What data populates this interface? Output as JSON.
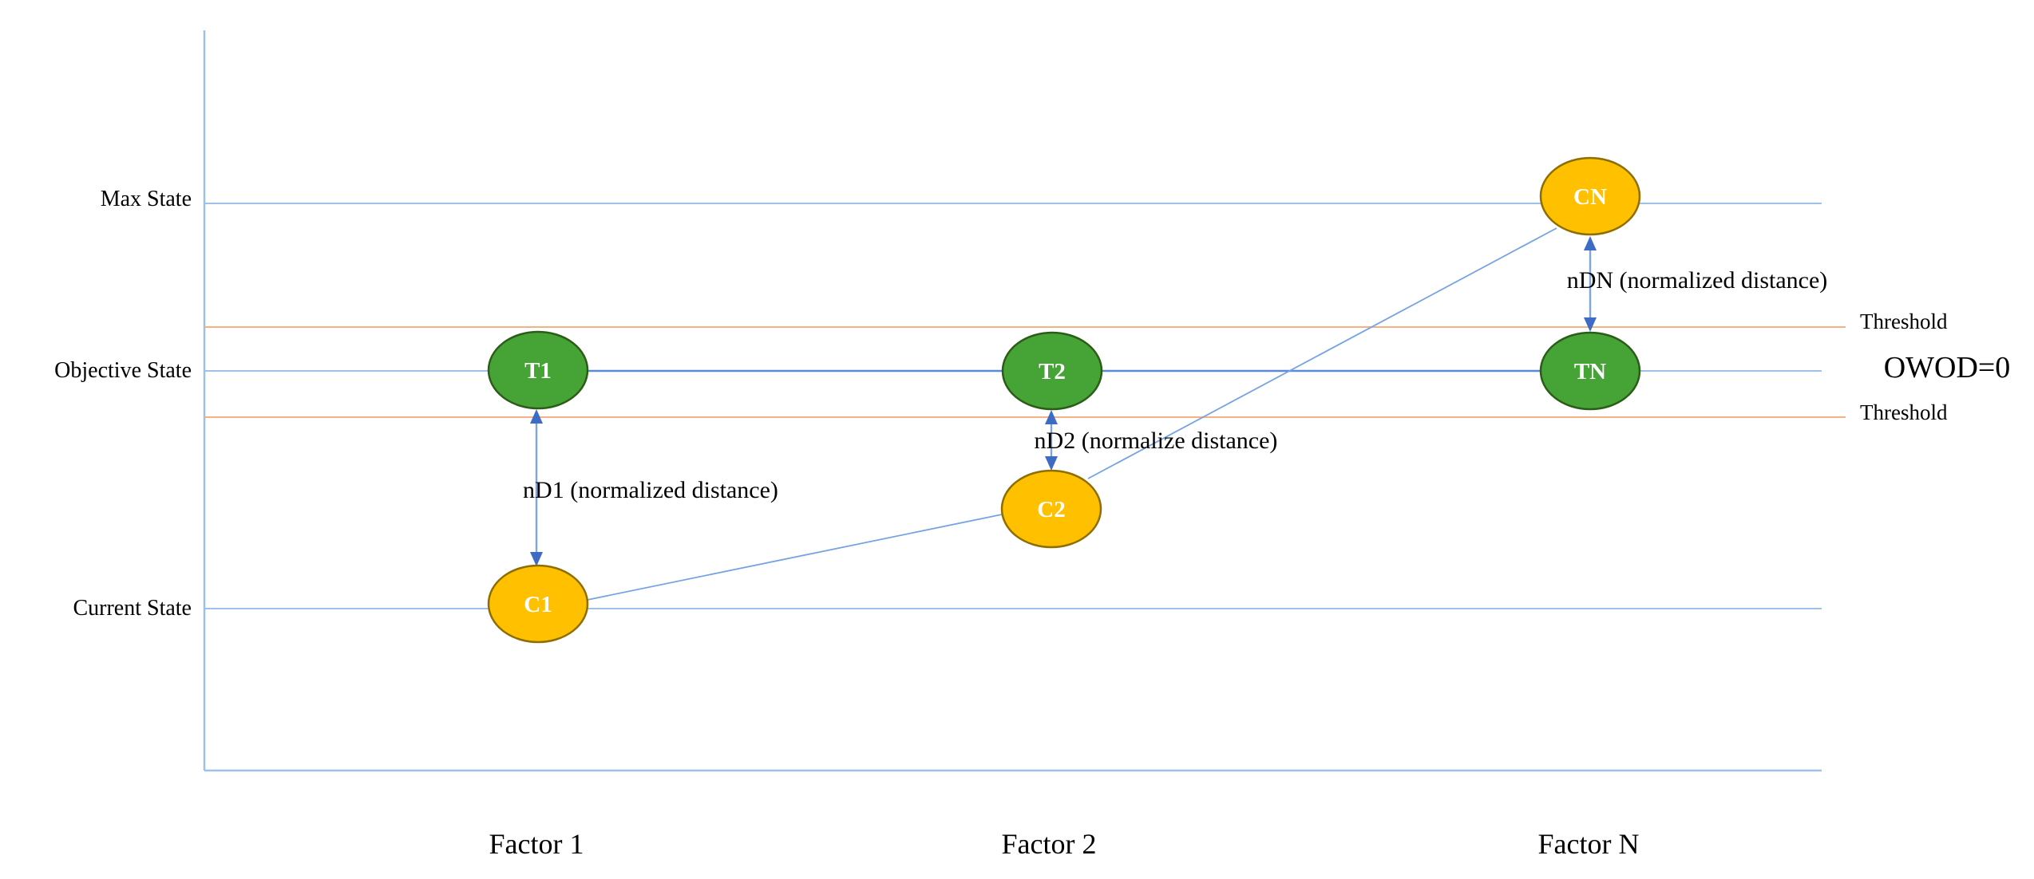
{
  "diagram": {
    "y_axis_labels": [
      "Max State",
      "Objective State",
      "Current State"
    ],
    "x_axis_labels": [
      "Factor 1",
      "Factor 2",
      "Factor N"
    ],
    "nodes": {
      "t1": "T1",
      "t2": "T2",
      "tn": "TN",
      "c1": "C1",
      "c2": "C2",
      "cn": "CN"
    },
    "annotations": {
      "nd1": "nD1 (normalized distance)",
      "nd2": "nD2 (normalize distance)",
      "ndn": "nDN (normalized distance)",
      "threshold_upper": "Threshold",
      "threshold_lower": "Threshold",
      "owod": "OWOD=0"
    },
    "colors": {
      "grid_blue": "#9DC1E8",
      "objective_segment_blue": "#5B8BD5",
      "connector_blue": "#76A3E2",
      "arrow_shaft_blue": "#7BA6E0",
      "arrowhead_blue": "#3E6CC5",
      "threshold_orange": "#F4B183",
      "target_green_fill": "#46A437",
      "target_green_border": "#2B5D18",
      "current_yellow_fill": "#FFC000",
      "current_yellow_border": "#8F6E00",
      "node_text": "#ffffff",
      "label_text": "#000000"
    }
  }
}
